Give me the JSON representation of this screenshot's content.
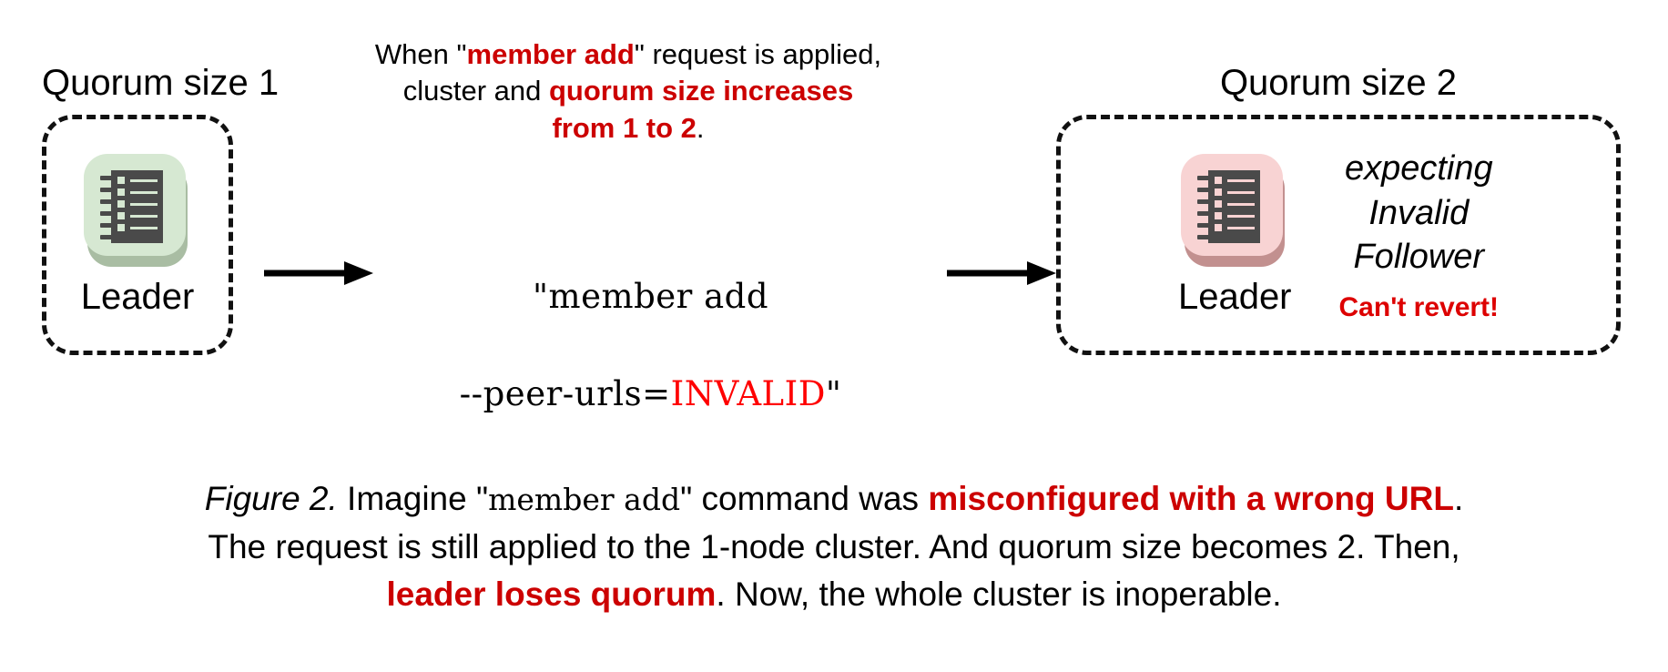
{
  "figure": {
    "top_note": {
      "line1_pre": "When \"",
      "line1_em": "member add",
      "line1_post": "\" request is applied,",
      "line2_pre": "cluster and ",
      "line2_em": "quorum size increases",
      "line3_em": "from 1 to 2",
      "line3_post": "."
    },
    "command": {
      "line1": "\"member add",
      "line2_pre": "--peer-urls=",
      "line2_em": "INVALID",
      "line2_post": "\""
    },
    "left_node": {
      "caption": "Quorum size 1",
      "member_label": "Leader",
      "icon": "server-icon",
      "icon_face_color": "#d6e8d2",
      "icon_shadow_color": "#a9bda3",
      "icon_body_color": "#4a4a4a"
    },
    "right_node": {
      "caption": "Quorum size 2",
      "member_label": "Leader",
      "icon": "server-icon",
      "icon_face_color": "#f8d3d3",
      "icon_shadow_color": "#c2908f",
      "icon_body_color": "#4a4a4a",
      "status_line1": "expecting",
      "status_line2": "Invalid",
      "status_line3": "Follower",
      "warning": "Can't revert!"
    },
    "arrows": {
      "arrow1": "arrow-right-icon",
      "arrow2": "arrow-right-icon"
    },
    "caption": {
      "label": "Figure 2.",
      "seg1": " Imagine \"",
      "seg_mono": "member add",
      "seg2": "\" command was ",
      "seg_em1": "misconfigured with a wrong URL",
      "seg3": ".",
      "line2": "The request is still applied to the 1-node cluster. And quorum size becomes 2. Then,",
      "seg_em2": "leader loses quorum",
      "seg4": ". Now, the whole cluster is inoperable."
    },
    "colors": {
      "emphasis_red": "#cc0000",
      "invalid_red": "#ff0000",
      "warning_red": "#dd0000",
      "ink": "#000000"
    }
  }
}
